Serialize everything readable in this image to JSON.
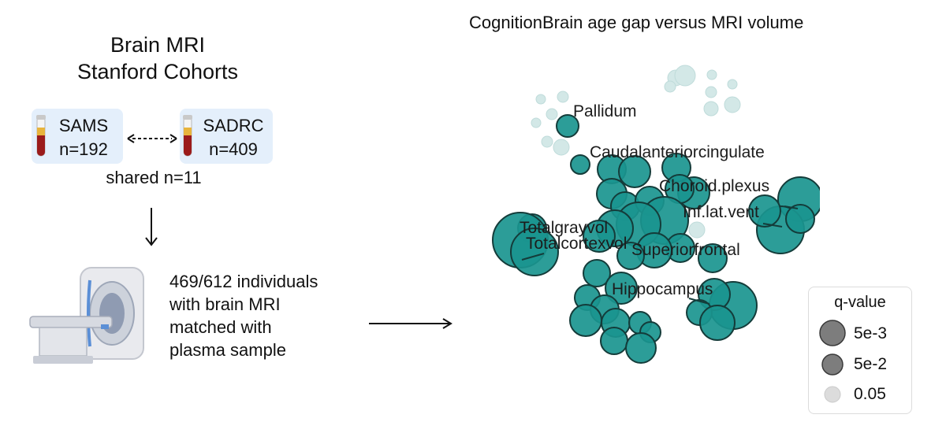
{
  "left_panel": {
    "title_line1": "Brain MRI",
    "title_line2": "Stanford Cohorts",
    "cohorts": [
      {
        "name": "SAMS",
        "n": "n=192"
      },
      {
        "name": "SADRC",
        "n": "n=409"
      }
    ],
    "shared": "shared n=11",
    "mri_text": [
      "469/612 individuals",
      "with brain MRI",
      "matched with",
      "plasma sample"
    ]
  },
  "plot": {
    "title": "CognitionBrain age gap versus MRI volume",
    "labels": [
      "Pallidum",
      "Caudalanteriorcingulate",
      "Choroid.plexus",
      "Inf.lat.vent",
      "Totalgrayvol",
      "Totalcortexvol",
      "Superiorfrontal",
      "Hippocampus"
    ],
    "colors": {
      "significant": "#1a958f",
      "nonsignificant": "#cfe6e5",
      "edge": "#143c3a"
    }
  },
  "legend": {
    "title": "q-value",
    "items": [
      "5e-3",
      "5e-2",
      "0.05"
    ]
  }
}
